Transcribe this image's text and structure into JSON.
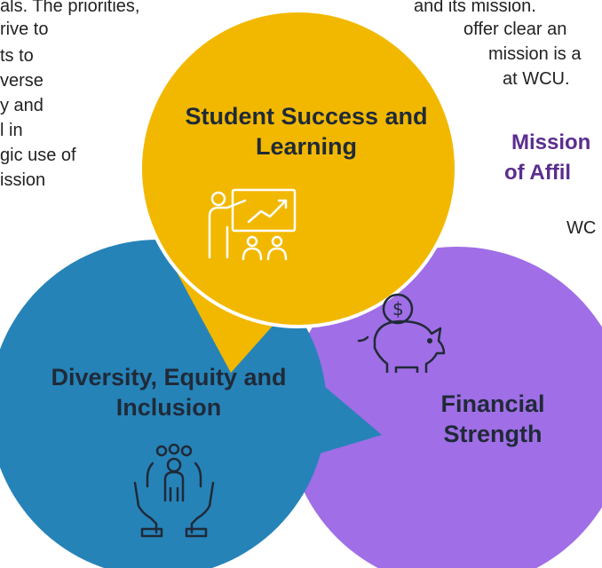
{
  "left_text": [
    "als. The priorities,",
    "rive to",
    "ts to",
    "verse",
    "y and",
    "l in",
    "gic use of",
    "ission"
  ],
  "right_text": {
    "lines": [
      "and its mission.",
      "offer clear an",
      "mission is a",
      "at WCU."
    ],
    "heading_lines": [
      "Mission",
      "of Affil"
    ],
    "tail": "WC"
  },
  "bubbles": {
    "student": {
      "title": "Student Success and Learning",
      "color": "#f2b800",
      "icon": "presentation-icon"
    },
    "diversity": {
      "title": "Diversity, Equity and Inclusion",
      "color": "#2683b8",
      "icon": "team-hands-icon"
    },
    "financial": {
      "title": "Financial Strength",
      "color": "#a06ee6",
      "icon": "piggy-bank-icon"
    }
  },
  "colors": {
    "heading_purple": "#5b2d8e",
    "body_text": "#222222",
    "icon_line": "#1f2a38"
  }
}
